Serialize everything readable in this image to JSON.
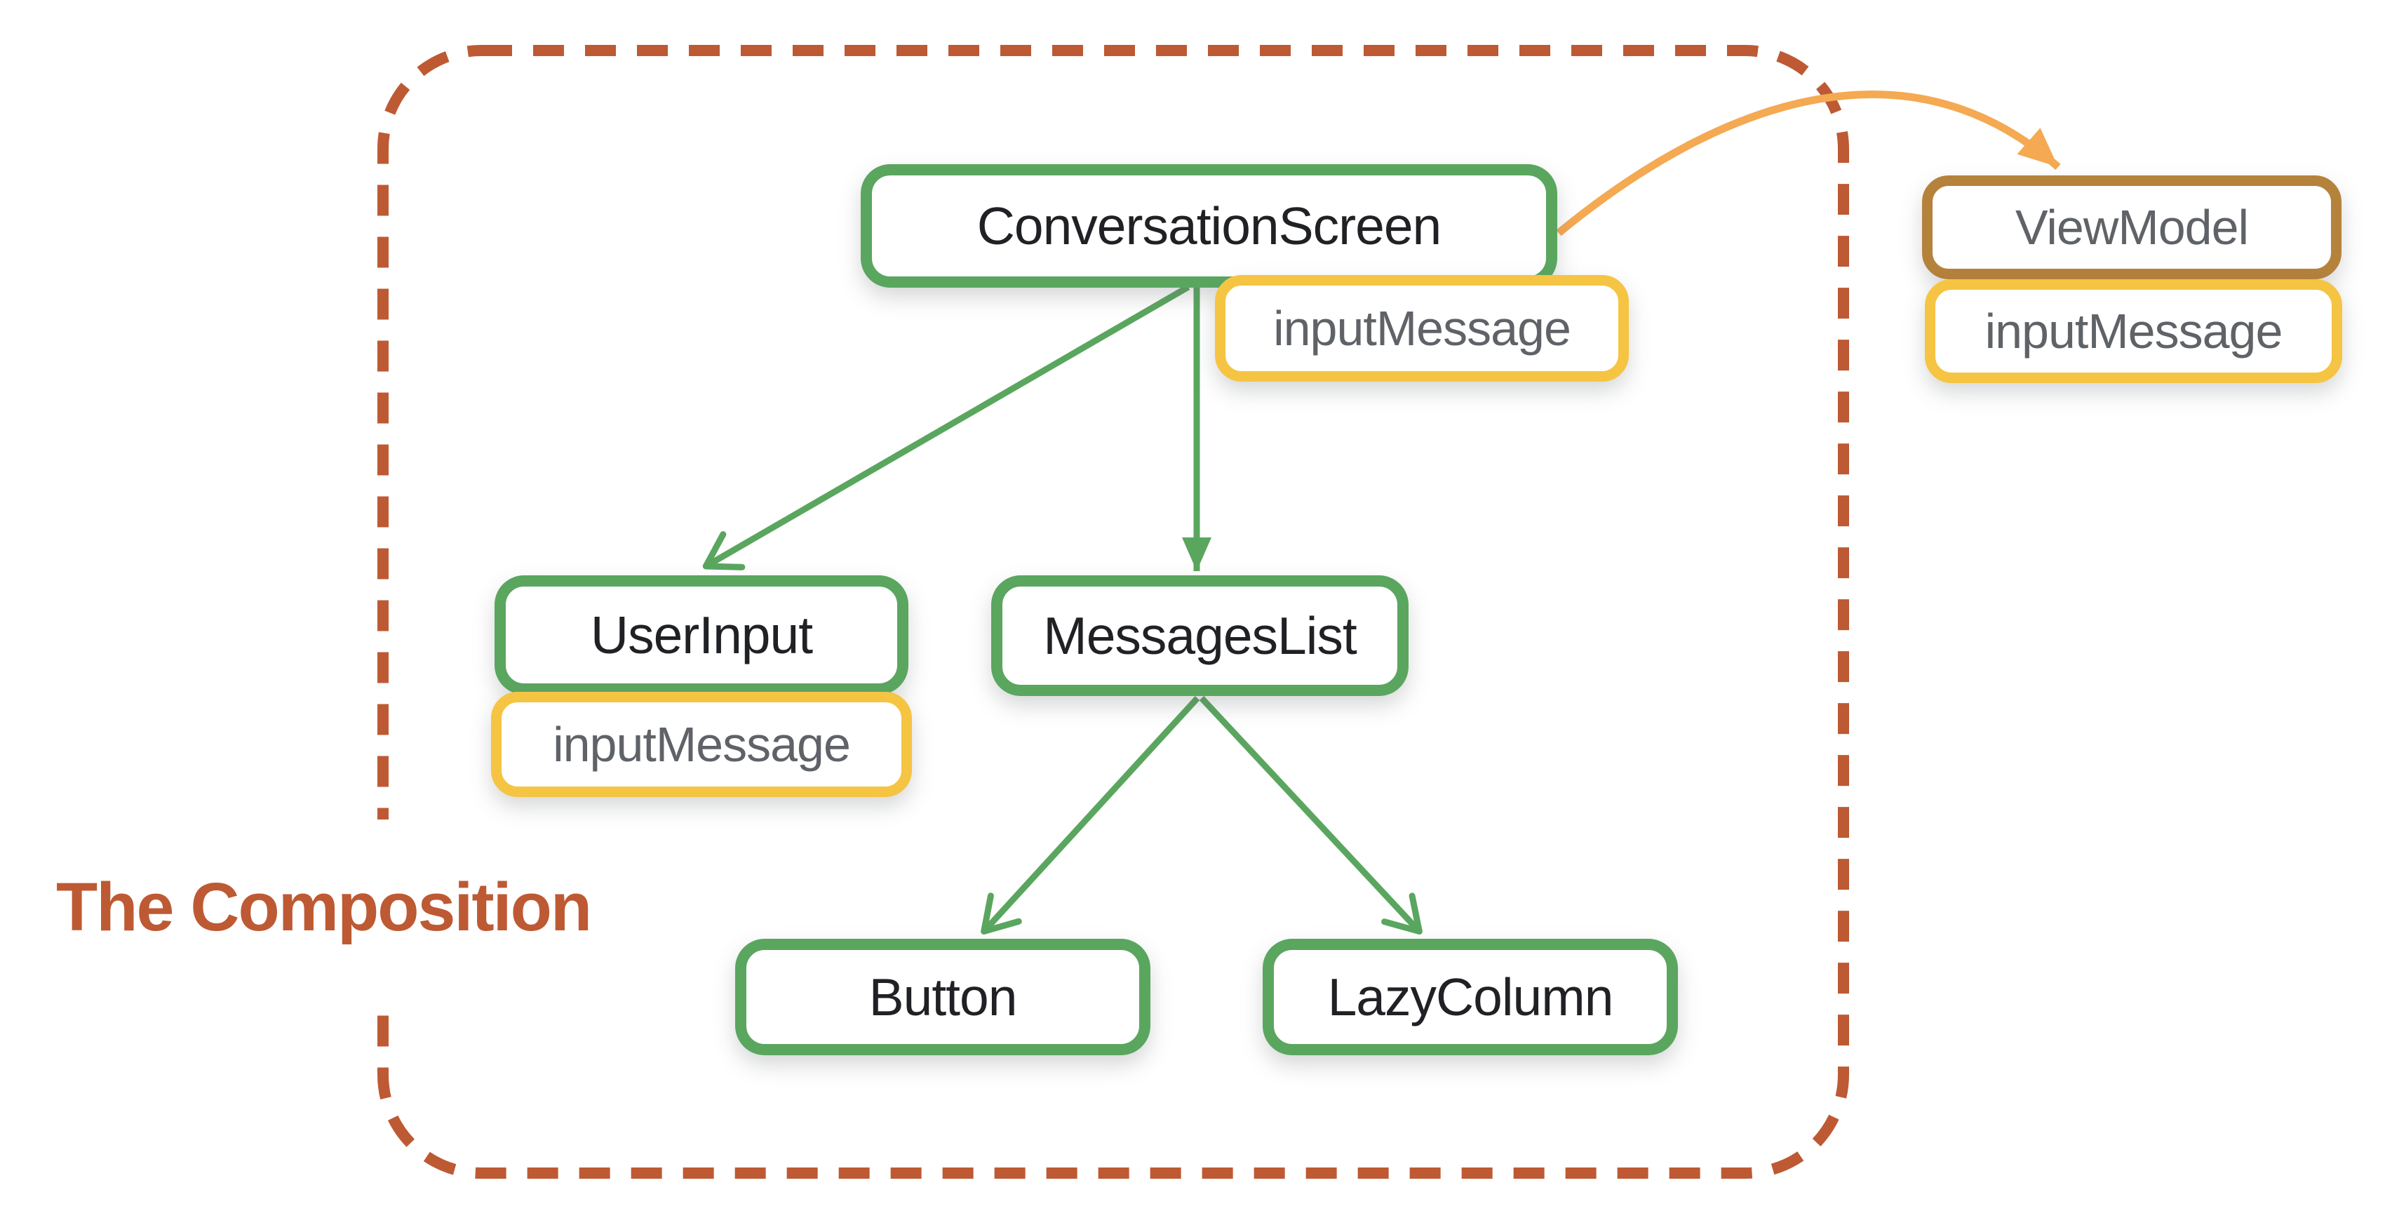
{
  "diagram": {
    "container_label": "The Composition",
    "nodes": {
      "conversation_screen": {
        "label": "ConversationScreen",
        "kind": "composable"
      },
      "conversation_screen_state": {
        "label": "inputMessage",
        "kind": "state"
      },
      "user_input": {
        "label": "UserInput",
        "kind": "composable"
      },
      "user_input_state": {
        "label": "inputMessage",
        "kind": "state"
      },
      "messages_list": {
        "label": "MessagesList",
        "kind": "composable"
      },
      "button": {
        "label": "Button",
        "kind": "composable"
      },
      "lazy_column": {
        "label": "LazyColumn",
        "kind": "composable"
      },
      "view_model": {
        "label": "ViewModel",
        "kind": "external"
      },
      "view_model_state": {
        "label": "inputMessage",
        "kind": "state"
      }
    },
    "edges": [
      {
        "from": "ConversationScreen",
        "to": "UserInput",
        "color": "green",
        "head": "open",
        "shape": "straight"
      },
      {
        "from": "ConversationScreen",
        "to": "MessagesList",
        "color": "green",
        "head": "filled",
        "shape": "straight"
      },
      {
        "from": "MessagesList",
        "to": "Button",
        "color": "green",
        "head": "open",
        "shape": "straight"
      },
      {
        "from": "MessagesList",
        "to": "LazyColumn",
        "color": "green",
        "head": "open",
        "shape": "straight"
      },
      {
        "from": "ConversationScreen",
        "to": "ViewModel",
        "color": "orange",
        "head": "filled",
        "shape": "curved"
      }
    ]
  },
  "colors": {
    "green": "#5aa65f",
    "yellow": "#f5c443",
    "brown": "#b5823c",
    "orange": "#f4a952",
    "brick": "#bd5a33",
    "gray_text": "#5f6368",
    "dark_text": "#202124"
  }
}
